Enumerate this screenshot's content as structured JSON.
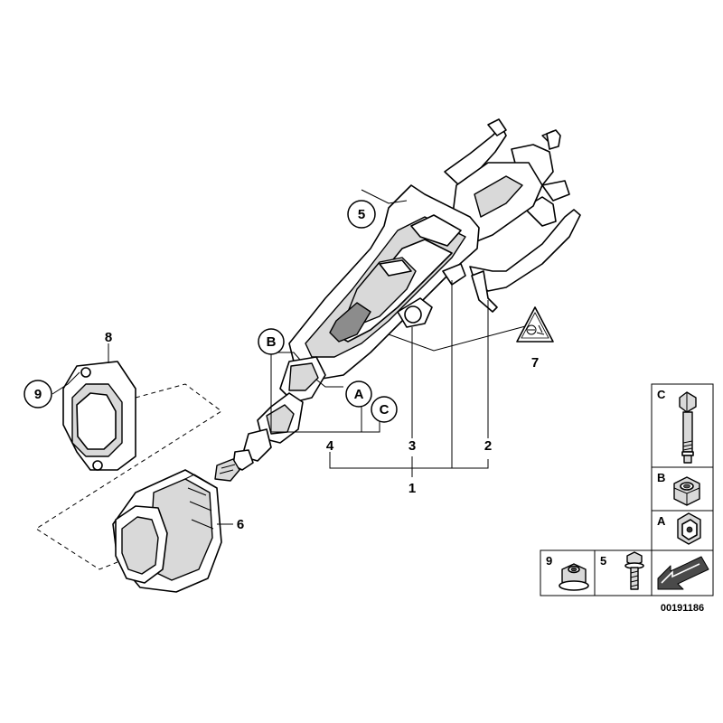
{
  "callouts": {
    "p1": "1",
    "p2": "2",
    "p3": "3",
    "p4": "4",
    "p5": "5",
    "p6": "6",
    "p7": "7",
    "p8": "8",
    "p9": "9",
    "A": "A",
    "B": "B",
    "C": "C"
  },
  "legend": {
    "C": "C",
    "B": "B",
    "A": "A",
    "n9": "9",
    "n5": "5"
  },
  "reference_number": "00191186"
}
